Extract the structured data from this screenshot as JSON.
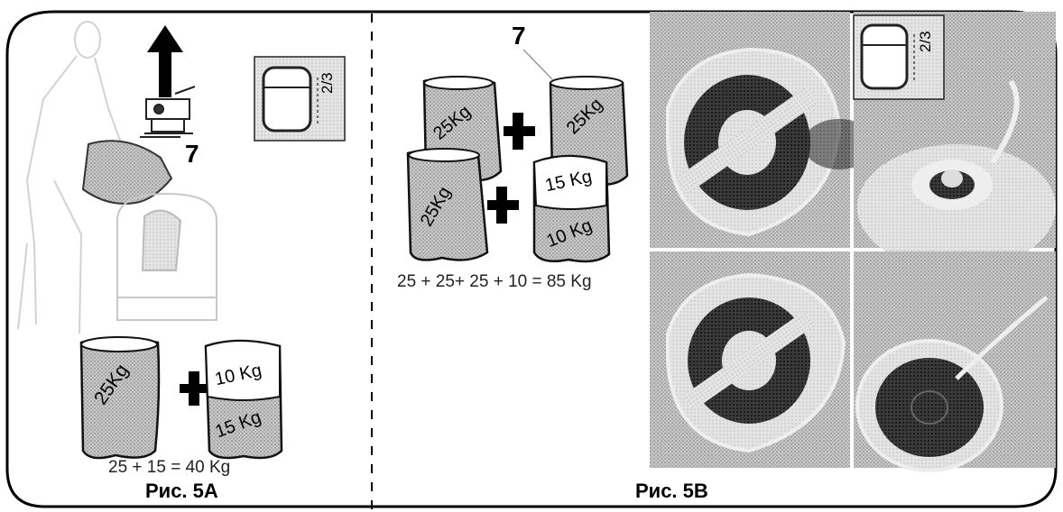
{
  "panel_a": {
    "callout": "7",
    "level_mark": "2/3",
    "bag_large": "25Kg",
    "bag_top": "10 Kg",
    "bag_bottom": "15 Kg",
    "equation": "25 + 15 = 40 Kg",
    "caption": "Рис. 5A"
  },
  "panel_b": {
    "callout": "7",
    "bags": [
      "25Kg",
      "25Kg",
      "25Kg"
    ],
    "bag_top": "15 Kg",
    "bag_bottom": "10 Kg",
    "equation": "25 + 25+ 25 + 10 = 85 Kg",
    "level_mark": "2/3",
    "caption": "Рис. 5B"
  }
}
